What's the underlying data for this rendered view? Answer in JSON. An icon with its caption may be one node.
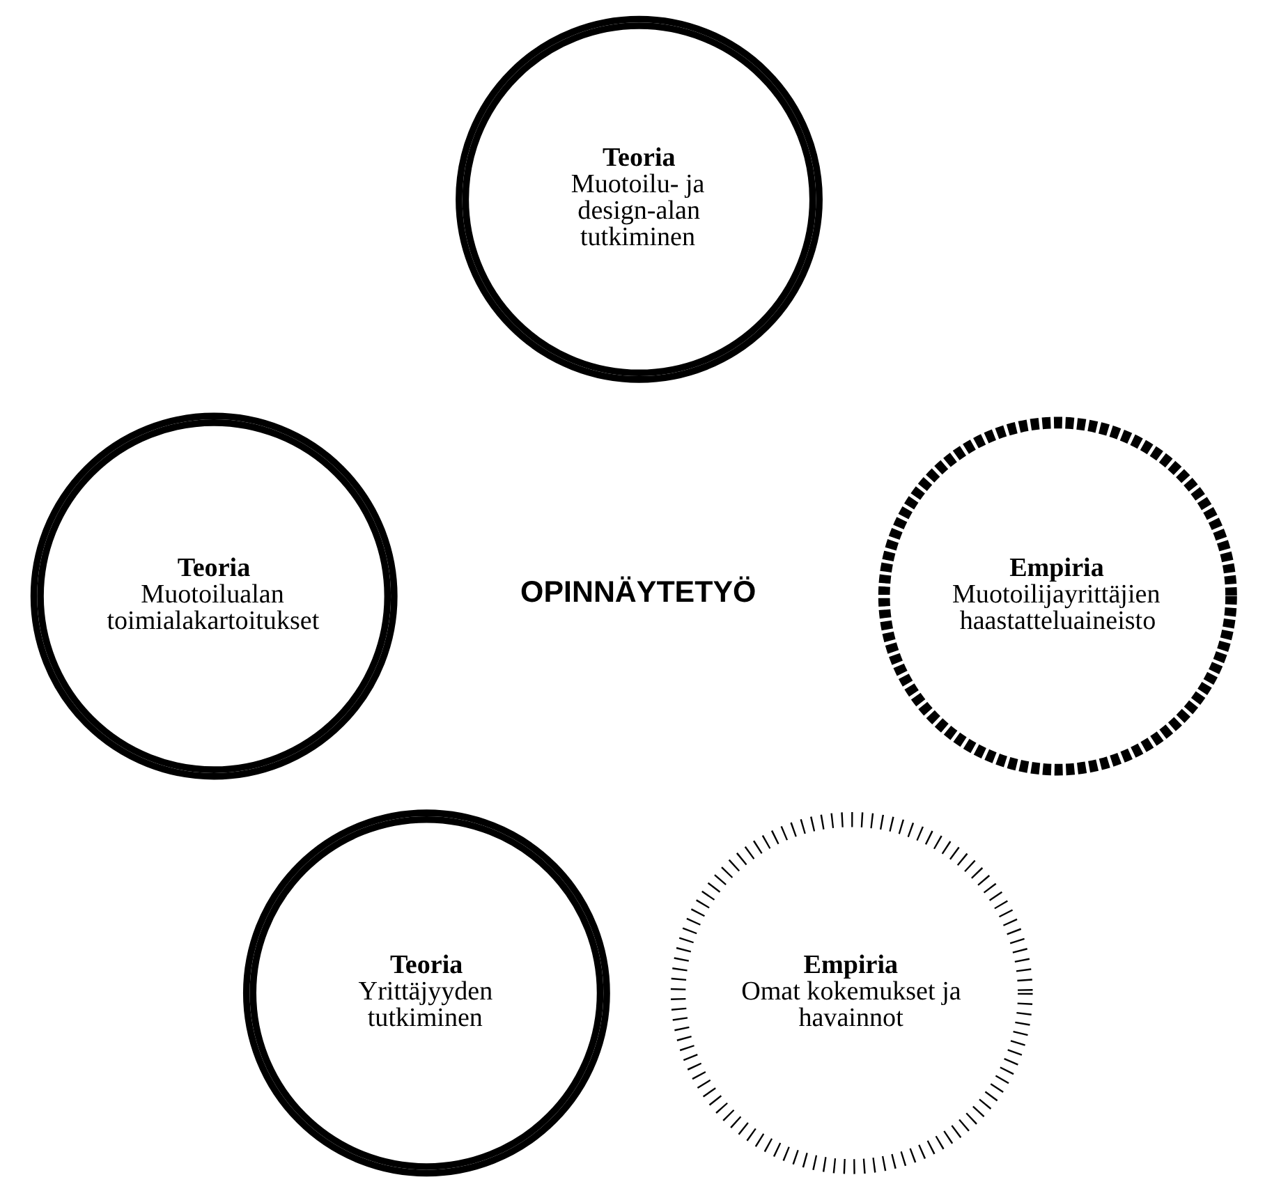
{
  "diagram": {
    "nodes": [
      {
        "text": [
          "Teoria",
          "Muotoilu- ja design-alan tutkiminen"
        ]
      },
      {
        "text": [
          "Teoria",
          "Muotoilualan toimialakartoitukset"
        ]
      },
      {
        "text": [
          "Empiria",
          "Muotoilijayrittäjien haastatteluaineisto"
        ]
      },
      {
        "text": [
          "Teoria",
          "Yrittäjyyden tutkiminen"
        ]
      },
      {
        "text": [
          "Empiria",
          "Omat kokemukset ja havainnot"
        ]
      }
    ],
    "edges": [],
    "labels": [
      "OPINNÄYTETYÖ"
    ]
  }
}
